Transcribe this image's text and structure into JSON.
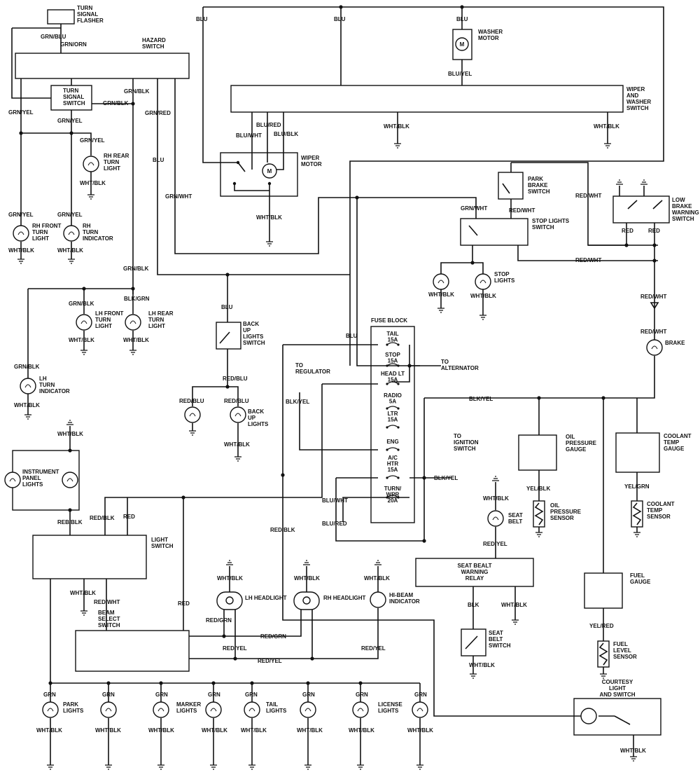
{
  "labels": {
    "turn_signal_flasher": [
      "TURN",
      "SIGNAL",
      "FLASHER"
    ],
    "grn_blu": "GRN/BLU",
    "grn_orn": "GRN/ORN",
    "hazard_switch": [
      "HAZARD",
      "SWITCH"
    ],
    "turn_signal_switch": [
      "TURN",
      "SIGNAL",
      "SWITCH"
    ],
    "grn_blk": "GRN/BLK",
    "grn_yel": "GRN/YEL",
    "grn_red": "GRN/RED",
    "blu": "BLU",
    "grn_wht": "GRN/WHT",
    "rh_rear_turn_light": [
      "RH REAR",
      "TURN",
      "LIGHT"
    ],
    "wht_blk": "WHT/BLK",
    "rh_front_turn_light": [
      "RH FRONT",
      "TURN",
      "LIGHT"
    ],
    "rh_turn_indicator": [
      "RH",
      "TURN",
      "INDICATOR"
    ],
    "lh_front_turn_light": [
      "LH FRONT",
      "TURN",
      "LIGHT"
    ],
    "lh_rear_turn_light": [
      "LH REAR",
      "TURN",
      "LIGHT"
    ],
    "blk_grn": "BLK/GRN",
    "grn_blk_lower": "GRN/BLK",
    "lh_turn_indicator": [
      "LH",
      "TURN",
      "INDICATOR"
    ],
    "washer_motor": [
      "WASHER",
      "MOTOR"
    ],
    "blu_yel": "BLU/YEL",
    "wiper_washer_switch": [
      "WIPER",
      "AND",
      "WASHER",
      "SWITCH"
    ],
    "blu_red": "BLU/RED",
    "blu_wht": "BLU/WHT",
    "blu_blk": "BLU/BLK",
    "wiper_motor": [
      "WIPER",
      "MOTOR"
    ],
    "park_brake_switch": [
      "PARK",
      "BRAKE",
      "SWITCH"
    ],
    "red_wht": "RED/WHT",
    "low_brake_warning_switch": [
      "LOW",
      "BRAKE",
      "WARNING",
      "SWITCH"
    ],
    "red": "RED",
    "stop_lights_switch": [
      "STOP LIGHTS",
      "SWITCH"
    ],
    "stop_lights": [
      "STOP",
      "LIGHTS"
    ],
    "brake": "BRAKE",
    "back_up_lights_switch": [
      "BACK",
      "UP",
      "LIGHTS",
      "SWITCH"
    ],
    "red_blu": "RED/BLU",
    "back_up_lights": [
      "BACK",
      "UP",
      "LIGHTS"
    ],
    "fuse_block": "FUSE BLOCK",
    "fuses": [
      [
        "TAIL",
        "15A"
      ],
      [
        "STOP",
        "15A"
      ],
      [
        "HEAD LT",
        "15A"
      ],
      [
        "RADIO",
        "5A"
      ],
      [
        "LTR",
        "15A"
      ],
      [
        "ENG"
      ],
      [
        "A/C",
        "HTR",
        "15A"
      ],
      [
        "TURN/",
        "WPR",
        "20A"
      ]
    ],
    "to_regulator": [
      "TO",
      "REGULATOR"
    ],
    "to_alternator": [
      "TO",
      "ALTERNATOR"
    ],
    "blk_yel": "BLK/YEL",
    "to_ignition_switch": [
      "TO",
      "IGNITION",
      "SWITCH"
    ],
    "oil_pressure_gauge": [
      "OIL",
      "PRESSURE",
      "GAUGE"
    ],
    "yel_blk": "YEL/BLK",
    "oil_pressure_sensor": [
      "OIL",
      "PRESSURE",
      "SENSOR"
    ],
    "coolant_temp_gauge": [
      "COOLANT",
      "TEMP",
      "GAUGE"
    ],
    "yel_grn": "YEL/GRN",
    "coolant_temp_sensor": [
      "COOLANT",
      "TEMP",
      "SENSOR"
    ],
    "instrument_panel_lights": [
      "INSTRUMENT",
      "PANEL",
      "LIGHTS"
    ],
    "reb_blk": "REB/BLK",
    "red_blk": "RED/BLK",
    "light_switch": [
      "LIGHT",
      "SWITCH"
    ],
    "red_wht_lower": "RED/WHT",
    "seat_belt": [
      "SEAT",
      "BELT"
    ],
    "red_yel": "RED/YEL",
    "seat_bealt_warning_relay": [
      "SEAT BEALT",
      "WARNING",
      "RELAY"
    ],
    "blk": "BLK",
    "seat_belt_switch": [
      "SEAT",
      "BELT",
      "SWITCH"
    ],
    "fuel_gauge": [
      "FUEL",
      "GAUGE"
    ],
    "yel_red": "YEL/RED",
    "fuel_level_sensor": [
      "FUEL",
      "LEVEL",
      "SENSOR"
    ],
    "lh_headlight": "LH HEADLIGHT",
    "rh_headlight": "RH HEADLIGHT",
    "hi_beam_indicator": [
      "HI-BEAM",
      "INDICATOR"
    ],
    "red_grn": "RED/GRN",
    "beam_select_switch": [
      "BEAM",
      "SELECT",
      "SWITCH"
    ],
    "grn": "GRN",
    "park_lights": [
      "PARK",
      "LIGHTS"
    ],
    "marker_lights": [
      "MARKER",
      "LIGHTS"
    ],
    "tail_lights": [
      "TAIL",
      "LIGHTS"
    ],
    "license_lights": [
      "LICENSE",
      "LIGHTS"
    ],
    "courtesy_light_switch": [
      "COURTESY",
      "LIGHT",
      "AND SWITCH"
    ]
  }
}
